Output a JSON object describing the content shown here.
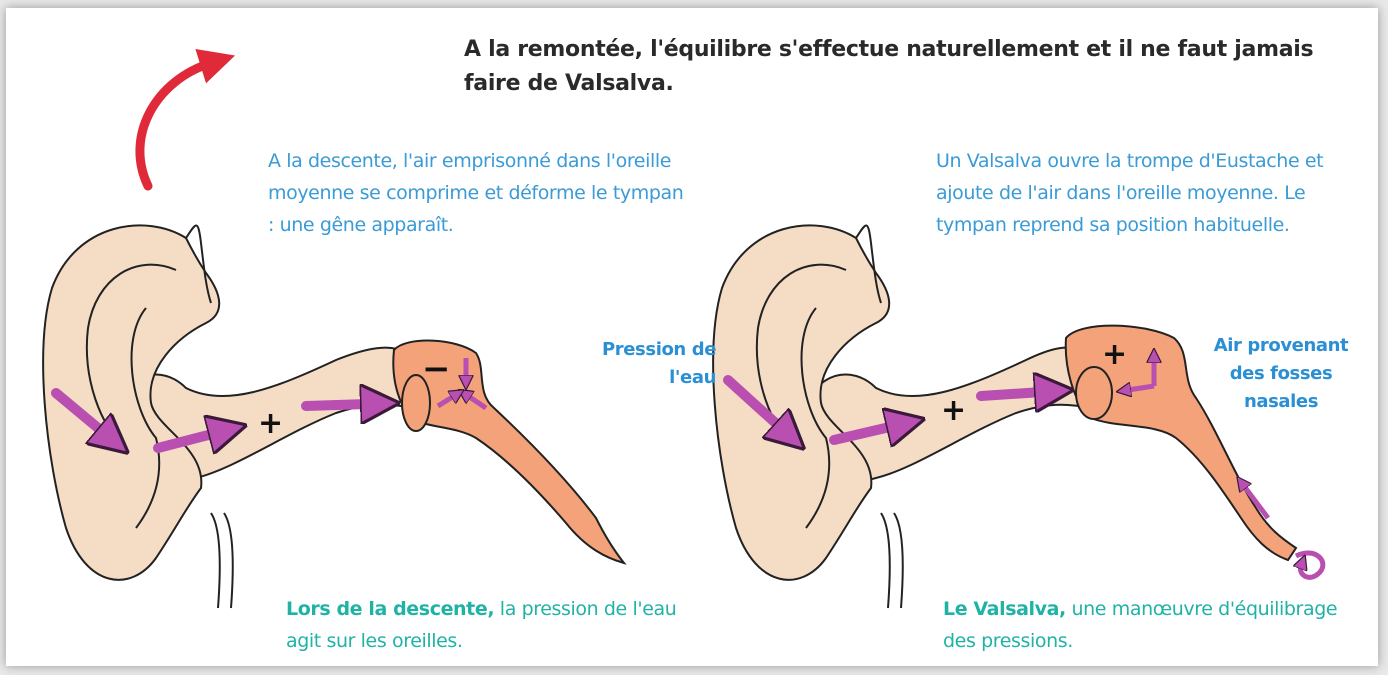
{
  "title": "A la remontée, l'équilibre s'effectue naturellement et il ne faut jamais faire de Valsalva.",
  "left_panel": {
    "description": "A la descente, l'air emprisonné dans l'oreille moyenne se comprime et déforme le tympan : une gêne apparaît.",
    "caption_bold": "Lors de la descente,",
    "caption_rest": " la pression de l'eau agit sur les oreilles.",
    "symbol_ear_canal": "+",
    "symbol_middle_ear": "−"
  },
  "right_panel": {
    "description": "Un Valsalva ouvre la trompe d'Eustache et ajoute de l'air dans l'oreille moyenne. Le tympan reprend sa position habituelle.",
    "label_pressure": "Pression de l'eau",
    "label_air": "Air provenant des fosses nasales",
    "caption_bold": "Le Valsalva,",
    "caption_rest": " une manœuvre d'équilibrage des pressions.",
    "symbol_ear_canal": "+",
    "symbol_middle_ear": "+"
  },
  "colors": {
    "skin": "#f5dcc5",
    "middle_ear": "#f4a27a",
    "arrow_purple": "#b94fb0",
    "ascent_arrow": "#e02a3a",
    "blue_text": "#3a9bd6",
    "green_text": "#1fb3a6"
  }
}
